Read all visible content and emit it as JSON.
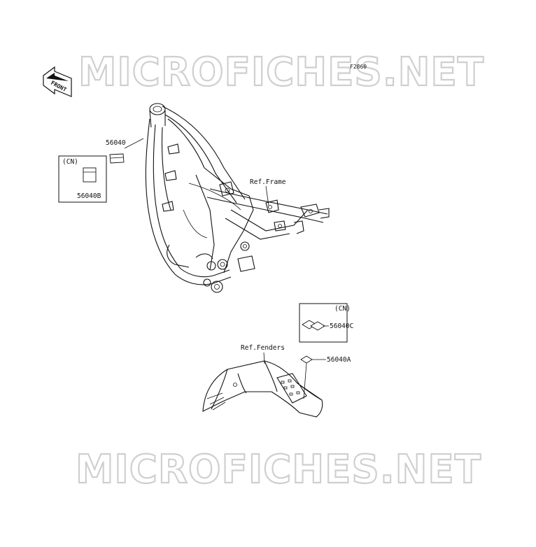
{
  "diagram": {
    "figure_code": "F2860",
    "front_arrow_text": "FRONT",
    "watermark_top": "MICROFICHES.NET",
    "watermark_bottom": "MICROFICHES.NET",
    "inset_left": {
      "region": "(CN)",
      "part": "56040B"
    },
    "inset_right": {
      "region": "(CN)",
      "part": "56040C"
    },
    "part_label": "56040",
    "part_label_a": "56040A",
    "ref_frame": "Ref.Frame",
    "ref_fenders": "Ref.Fenders"
  }
}
